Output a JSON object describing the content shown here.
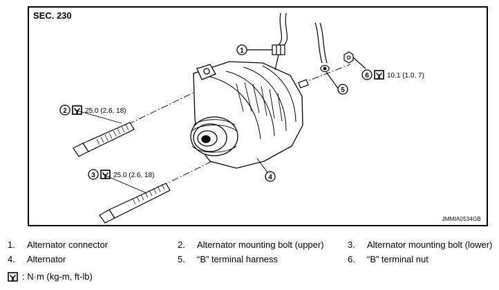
{
  "diagram": {
    "section": "SEC. 230",
    "code": "JMMIA0534GB",
    "callouts": [
      {
        "n": "1"
      },
      {
        "n": "2",
        "torque": "25.0 (2.6, 18)"
      },
      {
        "n": "3",
        "torque": "25.0 (2.6, 18)"
      },
      {
        "n": "4"
      },
      {
        "n": "5"
      },
      {
        "n": "6",
        "torque": "10.1 (1.0, 7)"
      }
    ]
  },
  "legend": {
    "items": [
      {
        "num": "1.",
        "text": "Alternator connector"
      },
      {
        "num": "2.",
        "text": "Alternator mounting bolt (upper)"
      },
      {
        "num": "3.",
        "text": "Alternator mounting bolt (lower)"
      },
      {
        "num": "4.",
        "text": "Alternator"
      },
      {
        "num": "5.",
        "text": "“B” terminal harness"
      },
      {
        "num": "6.",
        "text": "“B” terminal nut"
      }
    ],
    "unit": ": N·m (kg-m, ft-lb)",
    "unit_icon": "torque-wrench-icon"
  }
}
